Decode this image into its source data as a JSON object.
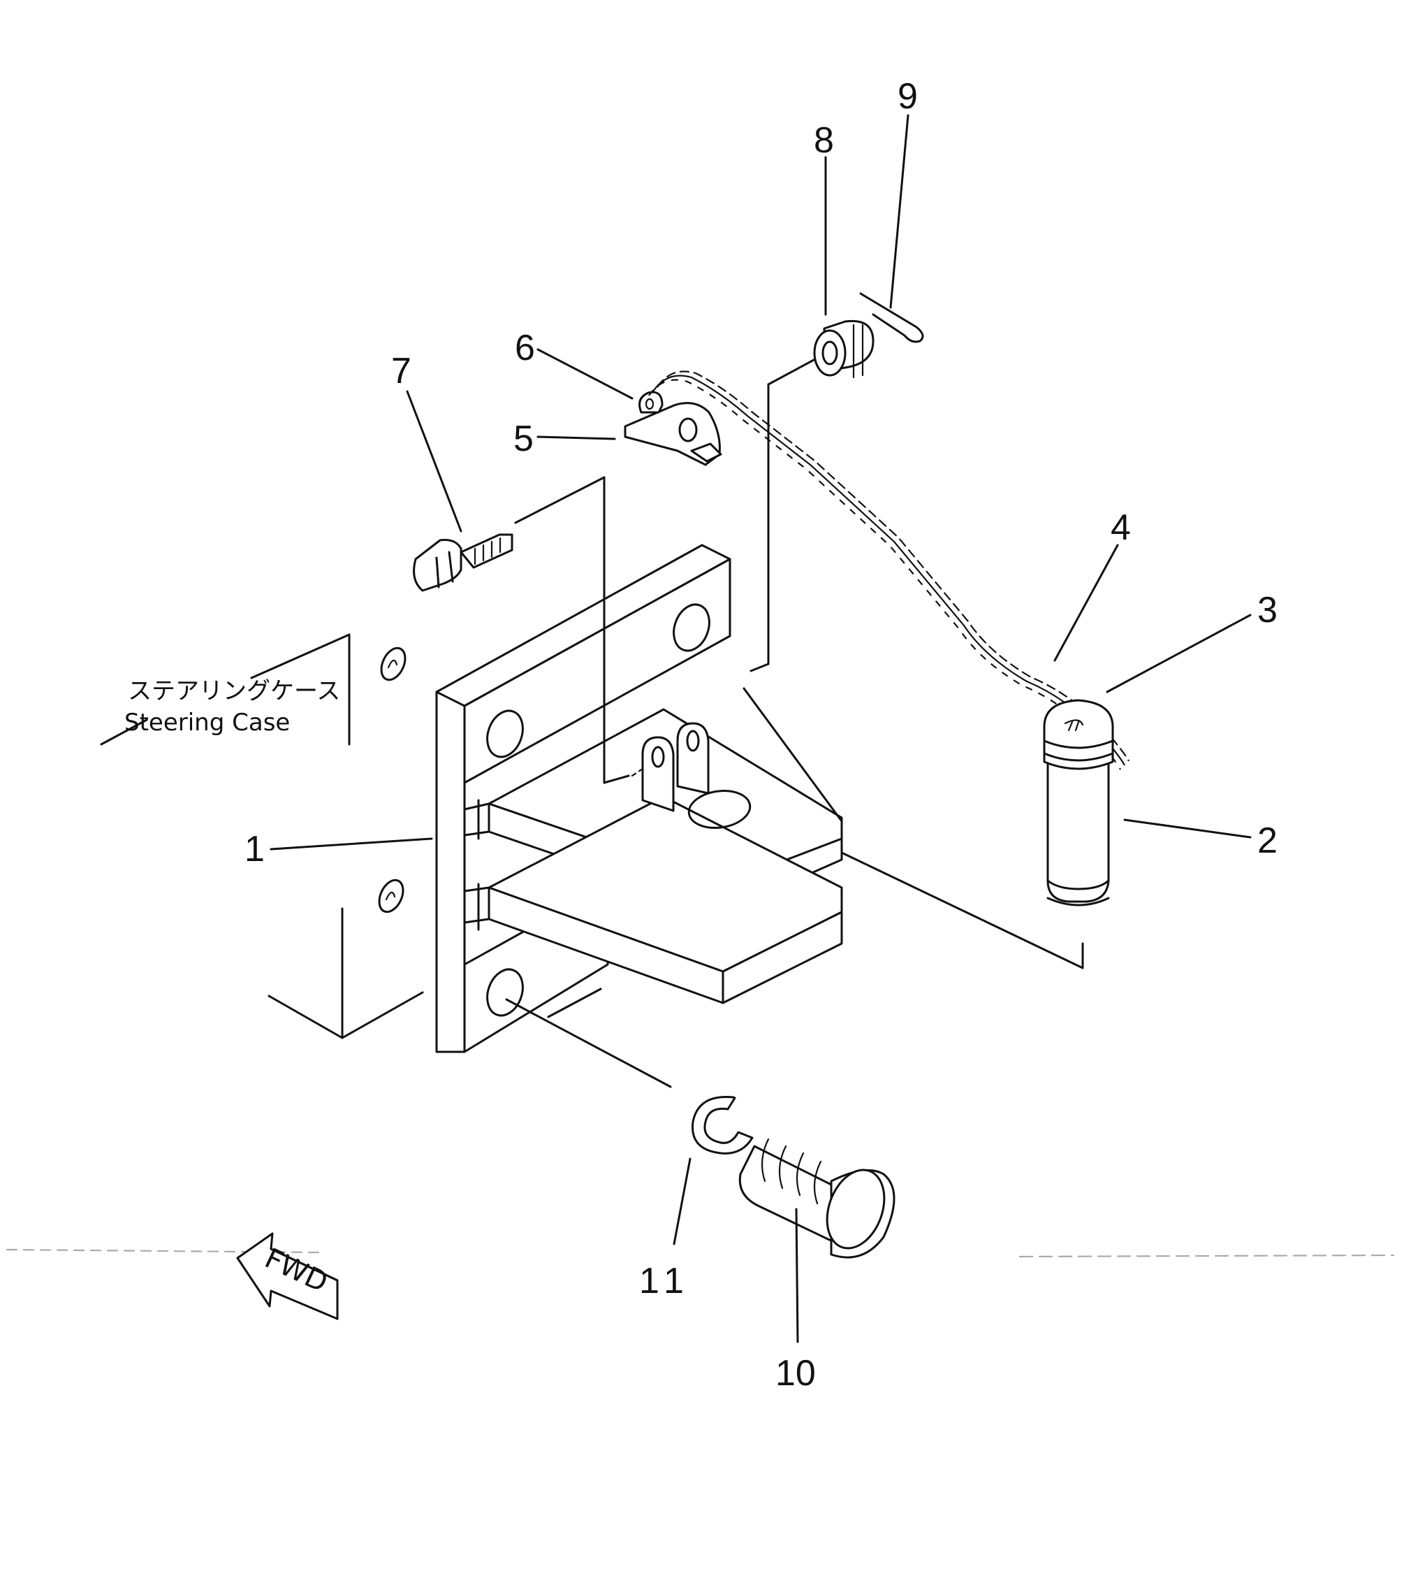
{
  "callouts": [
    {
      "id": "1",
      "label": "1"
    },
    {
      "id": "2",
      "label": "2"
    },
    {
      "id": "3",
      "label": "3"
    },
    {
      "id": "4",
      "label": "4"
    },
    {
      "id": "5",
      "label": "5"
    },
    {
      "id": "6",
      "label": "6"
    },
    {
      "id": "7",
      "label": "7"
    },
    {
      "id": "8",
      "label": "8"
    },
    {
      "id": "9",
      "label": "9"
    },
    {
      "id": "10",
      "label": "10"
    },
    {
      "id": "11",
      "label": "11"
    }
  ],
  "steering_case": {
    "label_jp": "ステアリングケース",
    "label_en": "Steering  Case"
  },
  "fwd_marker": {
    "text": "FWD"
  }
}
